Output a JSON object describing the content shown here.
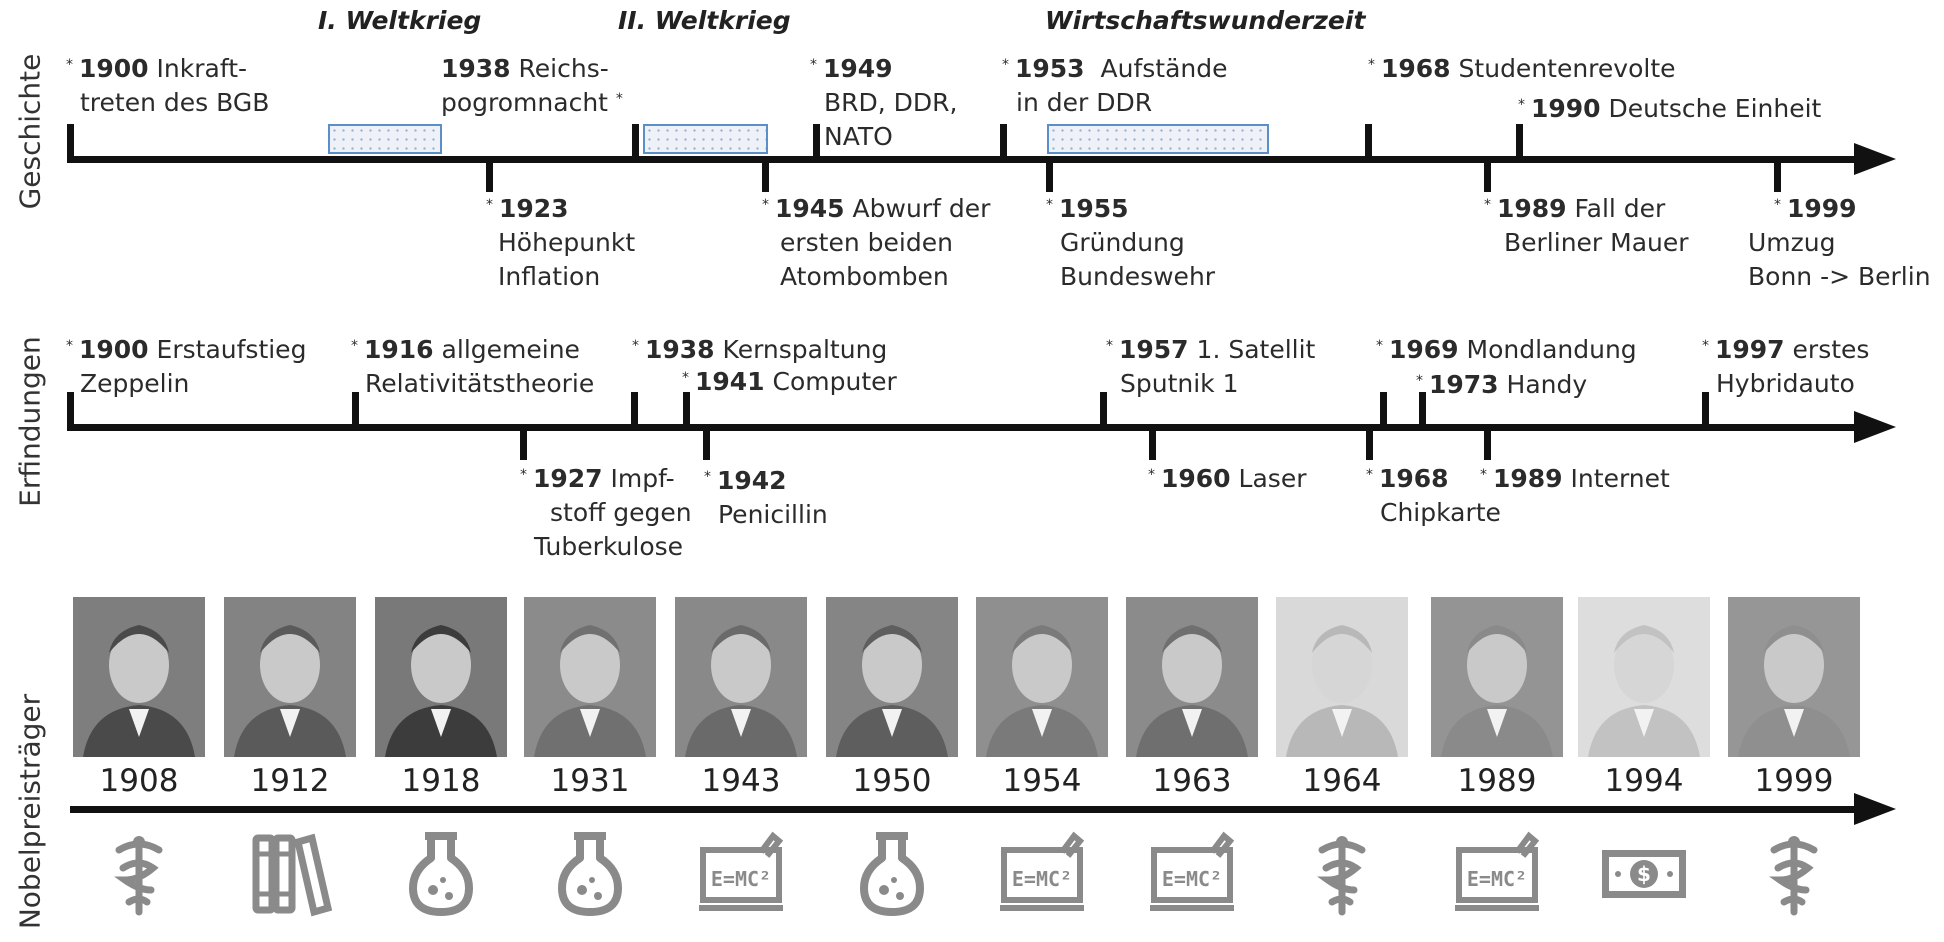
{
  "rows": {
    "history_label": "Geschichte",
    "inventions_label": "Erfindungen",
    "nobel_label": "Nobelpreisträger"
  },
  "periods": [
    {
      "label": "I. Weltkrieg"
    },
    {
      "label": "II. Weltkrieg"
    },
    {
      "label": "Wirtschaftswunderzeit"
    }
  ],
  "history": [
    {
      "year": "1900",
      "text1": "Inkraft-",
      "text2": "treten des BGB",
      "text3": ""
    },
    {
      "year": "1938",
      "text1": "Reichs-",
      "text2": "pogromnacht",
      "text3": ""
    },
    {
      "year": "1949",
      "text1": "",
      "text2": "BRD, DDR,",
      "text3": "NATO"
    },
    {
      "year": "1953",
      "text1": "Aufstände",
      "text2": "in der DDR",
      "text3": ""
    },
    {
      "year": "1968",
      "text1": "Studentenrevolte",
      "text2": "",
      "text3": ""
    },
    {
      "year": "1990",
      "text1": "Deutsche Einheit",
      "text2": "",
      "text3": ""
    },
    {
      "year": "1923",
      "text1": "",
      "text2": "Höhepunkt",
      "text3": "Inflation"
    },
    {
      "year": "1945",
      "text1": "Abwurf der",
      "text2": "ersten beiden",
      "text3": "Atombomben"
    },
    {
      "year": "1955",
      "text1": "",
      "text2": "Gründung",
      "text3": "Bundeswehr"
    },
    {
      "year": "1989",
      "text1": "Fall der",
      "text2": "Berliner Mauer",
      "text3": ""
    },
    {
      "year": "1999",
      "text1": "",
      "text2": "Umzug",
      "text3": "Bonn -> Berlin"
    }
  ],
  "inventions": [
    {
      "year": "1900",
      "text1": "Erstaufstieg",
      "text2": "Zeppelin",
      "text3": ""
    },
    {
      "year": "1916",
      "text1": "allgemeine",
      "text2": "Relativitätstheorie",
      "text3": ""
    },
    {
      "year": "1938",
      "text1": "Kernspaltung",
      "text2": "",
      "text3": ""
    },
    {
      "year": "1941",
      "text1": "Computer",
      "text2": "",
      "text3": ""
    },
    {
      "year": "1957",
      "text1": "1. Satellit",
      "text2": "Sputnik 1",
      "text3": ""
    },
    {
      "year": "1969",
      "text1": "Mondlandung",
      "text2": "",
      "text3": ""
    },
    {
      "year": "1973",
      "text1": "Handy",
      "text2": "",
      "text3": ""
    },
    {
      "year": "1997",
      "text1": "erstes",
      "text2": "Hybridauto",
      "text3": ""
    },
    {
      "year": "1927",
      "text1": "Impf-",
      "text2": "stoff gegen",
      "text3": "Tuberkulose"
    },
    {
      "year": "1942",
      "text1": "",
      "text2": "Penicillin",
      "text3": ""
    },
    {
      "year": "1960",
      "text1": "Laser",
      "text2": "",
      "text3": ""
    },
    {
      "year": "1968",
      "text1": "",
      "text2": "Chipkarte",
      "text3": ""
    },
    {
      "year": "1989",
      "text1": "Internet",
      "text2": "",
      "text3": ""
    }
  ],
  "nobel": [
    {
      "year": "1908",
      "field_icon": "caduceus-icon"
    },
    {
      "year": "1912",
      "field_icon": "books-icon"
    },
    {
      "year": "1918",
      "field_icon": "flask-icon"
    },
    {
      "year": "1931",
      "field_icon": "flask-icon"
    },
    {
      "year": "1943",
      "field_icon": "emc2-board-icon"
    },
    {
      "year": "1950",
      "field_icon": "flask-icon"
    },
    {
      "year": "1954",
      "field_icon": "emc2-board-icon"
    },
    {
      "year": "1963",
      "field_icon": "emc2-board-icon"
    },
    {
      "year": "1964",
      "field_icon": "caduceus-icon"
    },
    {
      "year": "1989",
      "field_icon": "emc2-board-icon"
    },
    {
      "year": "1994",
      "field_icon": "money-bill-icon"
    },
    {
      "year": "1999",
      "field_icon": "caduceus-icon"
    }
  ],
  "colors": {
    "axis": "#111111",
    "period_box_border": "#5a8fc7",
    "icon": "#8a8a8a"
  }
}
